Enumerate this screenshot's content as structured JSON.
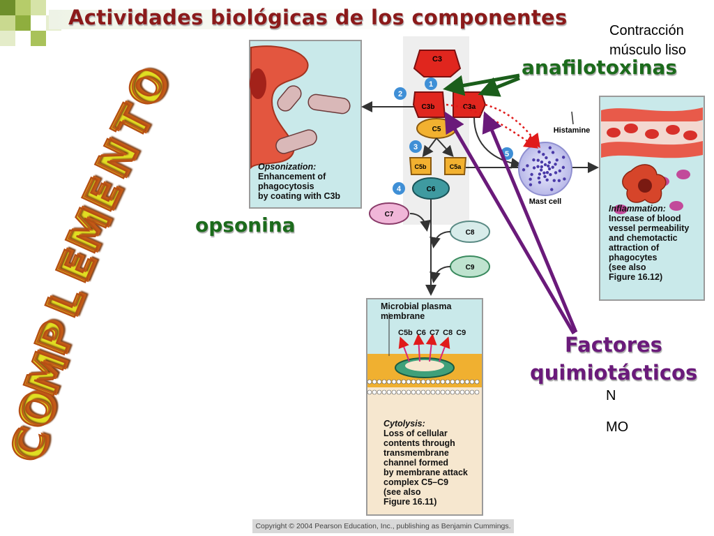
{
  "slide": {
    "title": "Actividades biológicas de los componentes",
    "side_word": "COMPLEMENTO",
    "note_contraction_line1": "Contracción",
    "note_contraction_line2": "músculo liso",
    "label_anafilotoxinas": "anafilotoxinas",
    "label_opsonina": "opsonina",
    "label_factores_line1": "Factores",
    "label_factores_line2": "quimiotácticos",
    "note_n": "N",
    "note_mo": "MO"
  },
  "figure": {
    "components": {
      "c3": "C3",
      "c3b": "C3b",
      "c3a": "C3a",
      "c5": "C5",
      "c5b": "C5b",
      "c5a": "C5a",
      "c6": "C6",
      "c7": "C7",
      "c8": "C8",
      "c9": "C9"
    },
    "steps": [
      "1",
      "2",
      "3",
      "4",
      "5"
    ],
    "histamine": "Histamine",
    "mast_cell": "Mast cell",
    "opsonization_title": "Opsonization:",
    "opsonization_line1": "Enhancement of",
    "opsonization_line2": "phagocytosis",
    "opsonization_line3": "by coating with C3b",
    "inflammation_title": "Inflammation:",
    "inflammation_line1": "Increase of blood",
    "inflammation_line2": "vessel permeability",
    "inflammation_line3": "and chemotactic",
    "inflammation_line4": "attraction of",
    "inflammation_line5": "phagocytes",
    "inflammation_line6": "(see also",
    "inflammation_line7": "Figure 16.12)",
    "membrane_line1": "Microbial plasma",
    "membrane_line2": "membrane",
    "mac_labels": [
      "C5b",
      "C6",
      "C7",
      "C8",
      "C9"
    ],
    "cytolysis_title": "Cytolysis:",
    "cytolysis_line1": "Loss of cellular",
    "cytolysis_line2": "contents through",
    "cytolysis_line3": "transmembrane",
    "cytolysis_line4": "channel formed",
    "cytolysis_line5": "by membrane attack",
    "cytolysis_line6": "complex C5–C9",
    "cytolysis_line7": "(see also",
    "cytolysis_line8": "Figure 16.11)",
    "copyright": "Copyright © 2004 Pearson Education, Inc., publishing as Benjamin Cummings."
  },
  "colors": {
    "title": "#8b1a1a",
    "green_label": "#1c6b1c",
    "purple_label": "#6a1a7a",
    "c3_red": "#e0261e",
    "c5_orange": "#f2b130",
    "c6_teal": "#3f9aa0",
    "c7_pink": "#f0b6d8",
    "c8_green": "#bfe3cf",
    "panel_bg": "#c9e9ea"
  }
}
